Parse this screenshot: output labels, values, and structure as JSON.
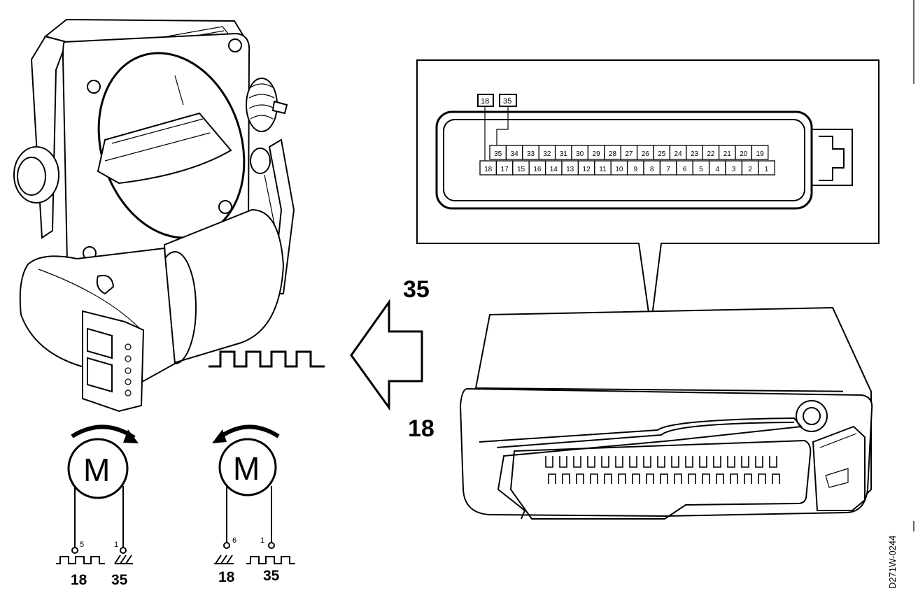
{
  "signal_labels": {
    "top": "35",
    "bottom": "18"
  },
  "connector_detail": {
    "callouts": [
      "18",
      "35"
    ],
    "row_top": [
      "35",
      "34",
      "33",
      "32",
      "31",
      "30",
      "29",
      "28",
      "27",
      "26",
      "25",
      "24",
      "23",
      "22",
      "21",
      "20",
      "19"
    ],
    "row_bottom": [
      "18",
      "17",
      "15",
      "16",
      "14",
      "13",
      "12",
      "11",
      "10",
      "9",
      "8",
      "7",
      "6",
      "5",
      "4",
      "3",
      "2",
      "1"
    ]
  },
  "motor_left": {
    "symbol": "M",
    "terminal_a_pin": "5",
    "terminal_b_pin": "1",
    "terminal_a_label": "18",
    "terminal_b_label": "35"
  },
  "motor_right": {
    "symbol": "M",
    "terminal_a_pin": "6",
    "terminal_b_pin": "1",
    "terminal_a_label": "18",
    "terminal_b_label": "35"
  },
  "figure_code": "D271W-0244"
}
